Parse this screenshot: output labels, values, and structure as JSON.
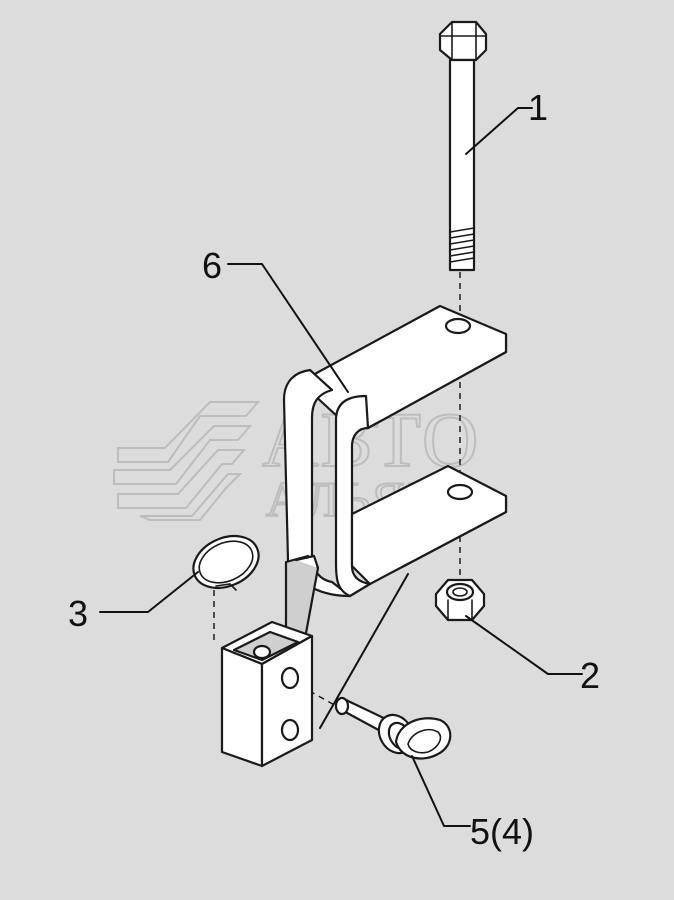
{
  "watermark": {
    "line1": "АВТО",
    "line2": "АЛЬЯНС"
  },
  "callouts": [
    {
      "id": "1",
      "label": "1",
      "part": "bolt"
    },
    {
      "id": "2",
      "label": "2",
      "part": "nut"
    },
    {
      "id": "3",
      "label": "3",
      "part": "spring-ring"
    },
    {
      "id": "5",
      "label": "5(4)",
      "part": "lock-pin"
    },
    {
      "id": "6",
      "label": "6",
      "part": "c-bracket"
    }
  ],
  "colors": {
    "background": "#dcdcdc",
    "line": "#1a1a1a",
    "watermark": "#bdbdbd"
  }
}
